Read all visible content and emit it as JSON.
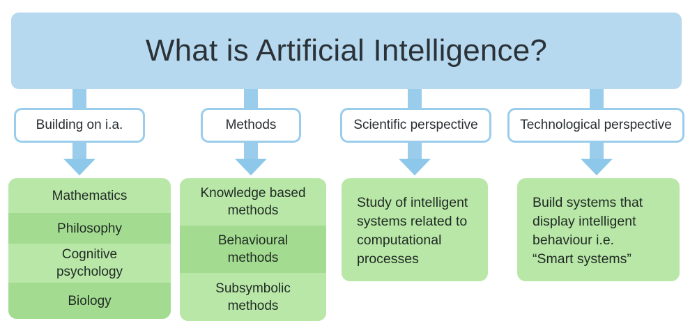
{
  "banner": {
    "title": "What is Artificial Intelligence?",
    "color": "#b6d9ef"
  },
  "colors": {
    "banner_blue": "#b6d9ef",
    "arrow_blue": "#9acdec",
    "arrowhead_blue": "#8dc7ea",
    "label_border": "#9acdec",
    "label_fill": "#ffffff",
    "panel_green_light": "#b9e7a8",
    "panel_green_dark": "#a3dc90",
    "text_dark": "#2b3237"
  },
  "branches": [
    {
      "label": "Building on i.a.",
      "items": [
        {
          "text": "Mathematics",
          "shade": "light"
        },
        {
          "text": "Philosophy",
          "shade": "dark"
        },
        {
          "text": "Cognitive\npsychology",
          "shade": "light"
        },
        {
          "text": "Biology",
          "shade": "dark"
        }
      ]
    },
    {
      "label": "Methods",
      "items": [
        {
          "text": "Knowledge based\nmethods",
          "shade": "light"
        },
        {
          "text": "Behavioural\nmethods",
          "shade": "dark"
        },
        {
          "text": "Subsymbolic\nmethods",
          "shade": "light"
        }
      ]
    },
    {
      "label": "Scientific perspective",
      "prose": "Study of intelligent\nsystems related to\ncomputational\nprocesses"
    },
    {
      "label": "Technological perspective",
      "prose": "Build systems that\ndisplay intelligent\nbehaviour i.e.\n“Smart systems”"
    }
  ]
}
